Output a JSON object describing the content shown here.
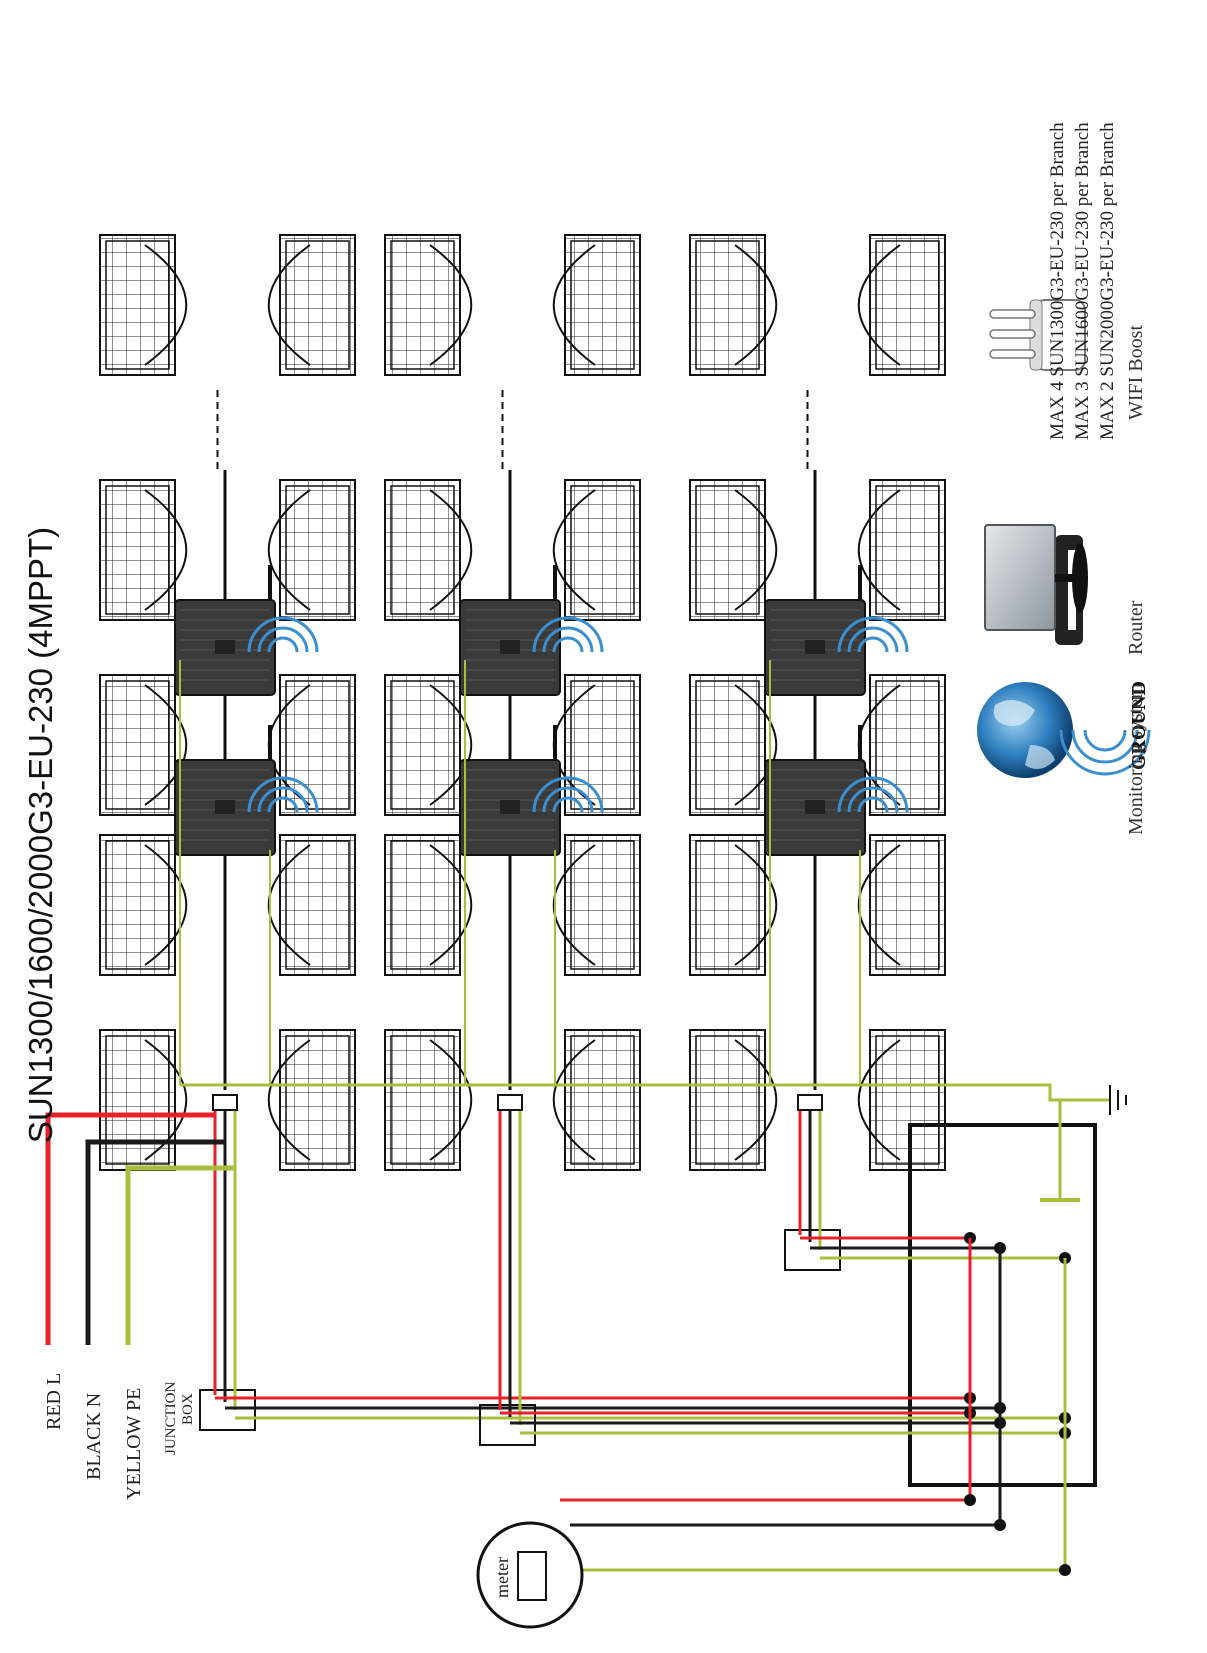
{
  "title": "SUN1300/1600/2000G3-EU-230 (4MPPT)",
  "max_notes": [
    "MAX 4 SUN1300G3-EU-230 per Branch",
    "MAX 3 SUN1600G3-EU-230 per Branch",
    "MAX 2 SUN2000G3-EU-230 per Branch"
  ],
  "legend": {
    "red": "RED L",
    "black": "BLACK N",
    "yellow": "YELLOW  PE",
    "junction_line1": "JUNCTION",
    "junction_line2": "BOX"
  },
  "meter_label": "meter",
  "ground_label": "GROUND",
  "devices": {
    "wifi_boost": "WIFI Boost",
    "router": "Router",
    "monitoring": "Monitoring system"
  },
  "colors": {
    "red": "#e8202a",
    "black": "#1a1a1a",
    "yellow": "#a8bf3c",
    "wifi": "#3b8fd1"
  }
}
